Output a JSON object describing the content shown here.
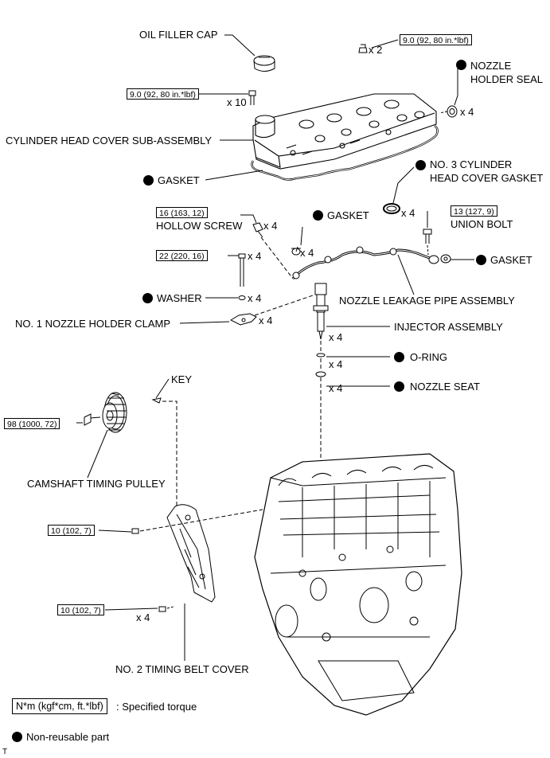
{
  "labels": {
    "oil_filler_cap": "OIL FILLER CAP",
    "nozzle_holder_seal_1": "NOZZLE",
    "nozzle_holder_seal_2": "HOLDER SEAL",
    "cylinder_head_cover": "CYLINDER HEAD COVER SUB-ASSEMBLY",
    "gasket_cover": "GASKET",
    "no3_gasket_1": "NO. 3 CYLINDER",
    "no3_gasket_2": "HEAD COVER GASKET",
    "gasket_pipe": "GASKET",
    "hollow_screw": "HOLLOW SCREW",
    "union_bolt": "UNION BOLT",
    "gasket_union": "GASKET",
    "washer": "WASHER",
    "nozzle_leakage_pipe": "NOZZLE LEAKAGE PIPE ASSEMBLY",
    "no1_nozzle_holder_clamp": "NO. 1 NOZZLE HOLDER CLAMP",
    "injector_assembly": "INJECTOR ASSEMBLY",
    "o_ring": "O-RING",
    "nozzle_seat": "NOZZLE SEAT",
    "key": "KEY",
    "camshaft_timing_pulley": "CAMSHAFT TIMING PULLEY",
    "no2_timing_belt_cover": "NO. 2 TIMING BELT COVER"
  },
  "quantities": {
    "cover_nut": "x 2",
    "nozzle_holder_seal": "x 4",
    "cover_bolt": "x 10",
    "no3_gasket": "x 4",
    "hollow_screw": "x 4",
    "gasket_pipe": "x 4",
    "clamp_bolt": "x 4",
    "washer": "x 4",
    "clamp": "x 4",
    "injector": "x 4",
    "o_ring": "x 4",
    "nozzle_seat": "x 4",
    "belt_cover_bolt": "x 4"
  },
  "torques": {
    "cover_nut": "9.0 (92, 80 in.*lbf)",
    "cover_bolt": "9.0 (92, 80 in.*lbf)",
    "hollow_screw": "16 (163, 12)",
    "union_bolt": "13 (127, 9)",
    "clamp_bolt": "22 (220, 16)",
    "pulley_bolt": "98 (1000, 72)",
    "belt_cover_bolt_1": "10 (102, 7)",
    "belt_cover_bolt_2": "10 (102, 7)"
  },
  "legend": {
    "torque_unit": "N*m (kgf*cm, ft.*lbf)",
    "torque_desc": ": Specified torque",
    "non_reusable": "Non-reusable part"
  },
  "corner_mark": "T"
}
